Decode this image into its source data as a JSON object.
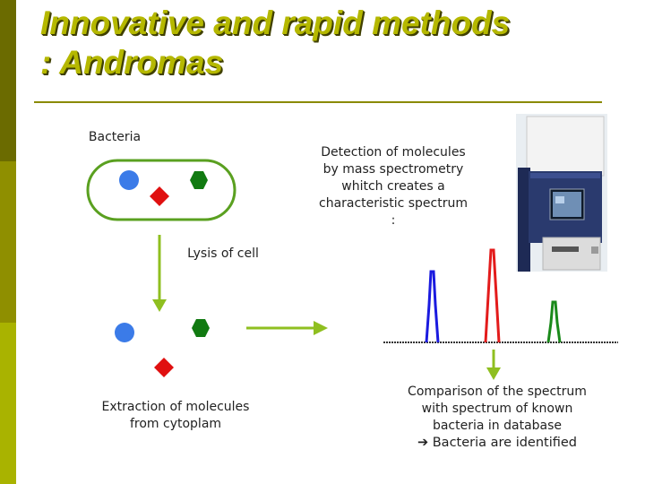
{
  "slide": {
    "title_line1": "Innovative and rapid methods",
    "title_line2": ": Andromas"
  },
  "labels": {
    "bacteria": "Bacteria",
    "detection": [
      "Detection of molecules",
      "by mass spectrometry",
      "whitch creates a",
      "characteristic spectrum",
      ":"
    ],
    "lysis": "Lysis of cell",
    "extraction": [
      "Extraction of molecules",
      "from cytoplam"
    ],
    "comparison": [
      "Comparison of the spectrum",
      "with spectrum of known",
      "bacteria in database"
    ],
    "identified": "Bacteria are identified",
    "identified_arrow": "➔"
  },
  "colors": {
    "sidebar_dark": "#6b6b00",
    "title": "#b5b800",
    "cell_outline": "#5aa020",
    "arrow": "#8fbf20",
    "circle_molecule": "#3b7be8",
    "diamond_molecule": "#e01010",
    "hexagon_molecule": "#117a11",
    "peak_blue": "#1a1adf",
    "peak_red": "#e31b1b",
    "peak_green": "#1a8a1a"
  },
  "icons": {
    "cell": "bacterium-cell-outline",
    "molecules": [
      "circle-molecule-icon",
      "diamond-molecule-icon",
      "hexagon-molecule-icon"
    ],
    "machine": "mass-spectrometer-instrument"
  }
}
